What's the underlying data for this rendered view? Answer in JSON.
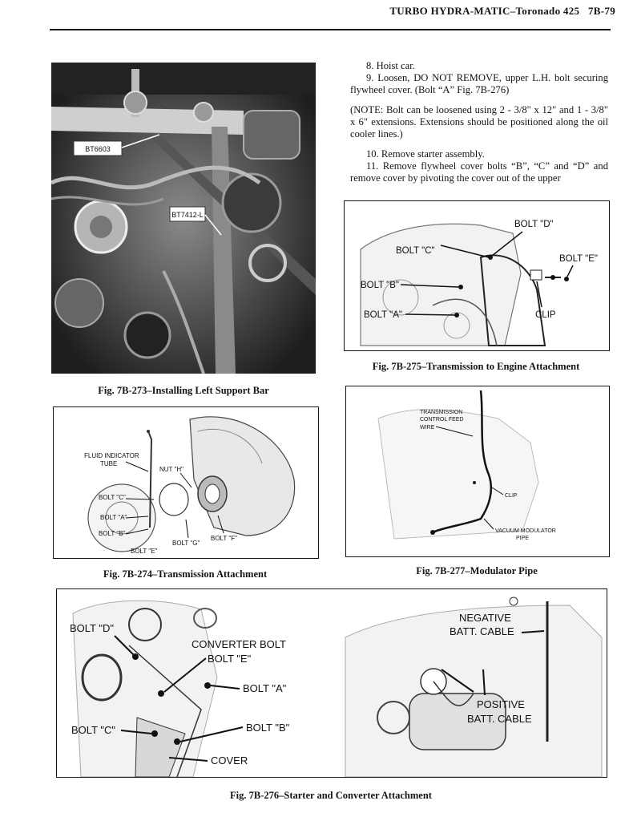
{
  "header": {
    "title": "TURBO HYDRA-MATIC–Toronado 425",
    "page": "7B-79"
  },
  "text": {
    "p8": "8. Hoist car.",
    "p9": "9. Loosen, DO NOT REMOVE, upper L.H. bolt securing flywheel cover. (Bolt “A” Fig. 7B-276)",
    "note": "(NOTE: Bolt can be loosened using 2 - 3/8\" x 12\" and 1 - 3/8\" x 6\" extensions. Extensions should be positioned along the oil cooler lines.)",
    "p10": "10. Remove starter assembly.",
    "p11": "11. Remove flywheel cover bolts “B”, “C” and “D” and remove cover by pivoting the cover out of the upper"
  },
  "fig273": {
    "caption": "Fig. 7B-273–Installing Left Support Bar",
    "tag1": "BT6603",
    "tag2": "BT7412-L"
  },
  "fig274": {
    "caption": "Fig. 7B-274–Transmission Attachment",
    "labels": {
      "fluid1": "FLUID INDICATOR",
      "fluid2": "TUBE",
      "nut_h": "NUT \"H\"",
      "bolt_c": "BOLT \"C\"",
      "bolt_a": "BOLT \"A\"",
      "bolt_b": "BOLT \"B\"",
      "bolt_e": "BOLT \"E\"",
      "bolt_g": "BOLT \"G\"",
      "bolt_f": "BOLT \"F\""
    }
  },
  "fig275": {
    "caption": "Fig. 7B-275–Transmission to Engine Attachment",
    "labels": {
      "bolt_d": "BOLT \"D\"",
      "bolt_c": "BOLT \"C\"",
      "bolt_e": "BOLT \"E\"",
      "bolt_b": "BOLT \"B\"",
      "bolt_a": "BOLT \"A\"",
      "clip": "CLIP"
    }
  },
  "fig276": {
    "caption": "Fig. 7B-276–Starter and Converter Attachment",
    "labels": {
      "bolt_d": "BOLT \"D\"",
      "converter1": "CONVERTER BOLT",
      "converter2": "BOLT \"E\"",
      "bolt_a": "BOLT \"A\"",
      "bolt_c": "BOLT \"C\"",
      "bolt_b": "BOLT \"B\"",
      "cover": "COVER",
      "neg1": "NEGATIVE",
      "neg2": "BATT. CABLE",
      "pos1": "POSITIVE",
      "pos2": "BATT. CABLE"
    }
  },
  "fig277": {
    "caption": "Fig. 7B-277–Modulator Pipe",
    "labels": {
      "wire1": "TRANSMISSION",
      "wire2": "CONTROL FEED",
      "wire3": "WIRE",
      "clip": "CLIP",
      "vac1": "VACUUM MODULATOR",
      "vac2": "PIPE"
    }
  }
}
